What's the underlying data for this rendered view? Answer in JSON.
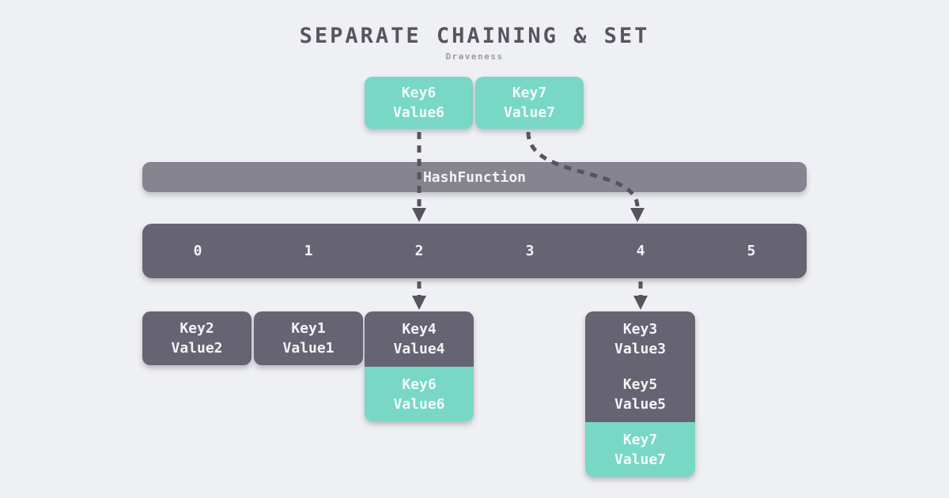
{
  "title": "SEPARATE CHAINING & SET",
  "subtitle": "Draveness",
  "hash_function": {
    "label": "HashFunction"
  },
  "incoming_pairs": [
    {
      "key": "Key6",
      "value": "Value6"
    },
    {
      "key": "Key7",
      "value": "Value7"
    }
  ],
  "bucket_indexes": [
    "0",
    "1",
    "2",
    "3",
    "4",
    "5"
  ],
  "chains": [
    {
      "bucket": "0",
      "entries": [
        {
          "key": "Key2",
          "value": "Value2",
          "highlighted": false
        }
      ]
    },
    {
      "bucket": "1",
      "entries": [
        {
          "key": "Key1",
          "value": "Value1",
          "highlighted": false
        }
      ]
    },
    {
      "bucket": "2",
      "entries": [
        {
          "key": "Key4",
          "value": "Value4",
          "highlighted": false
        },
        {
          "key": "Key6",
          "value": "Value6",
          "highlighted": true
        }
      ]
    },
    {
      "bucket": "4",
      "entries": [
        {
          "key": "Key3",
          "value": "Value3",
          "highlighted": false
        },
        {
          "key": "Key5",
          "value": "Value5",
          "highlighted": false
        },
        {
          "key": "Key7",
          "value": "Value7",
          "highlighted": true
        }
      ]
    }
  ],
  "colors": {
    "background": "#eff0f4",
    "teal_highlight": "#79d7c6",
    "bucket_dark": "#666472",
    "hash_bar_gray": "#86848e",
    "arrow": "#56545f",
    "title_text": "#57555f",
    "subtitle_text": "#9b9aa4"
  }
}
